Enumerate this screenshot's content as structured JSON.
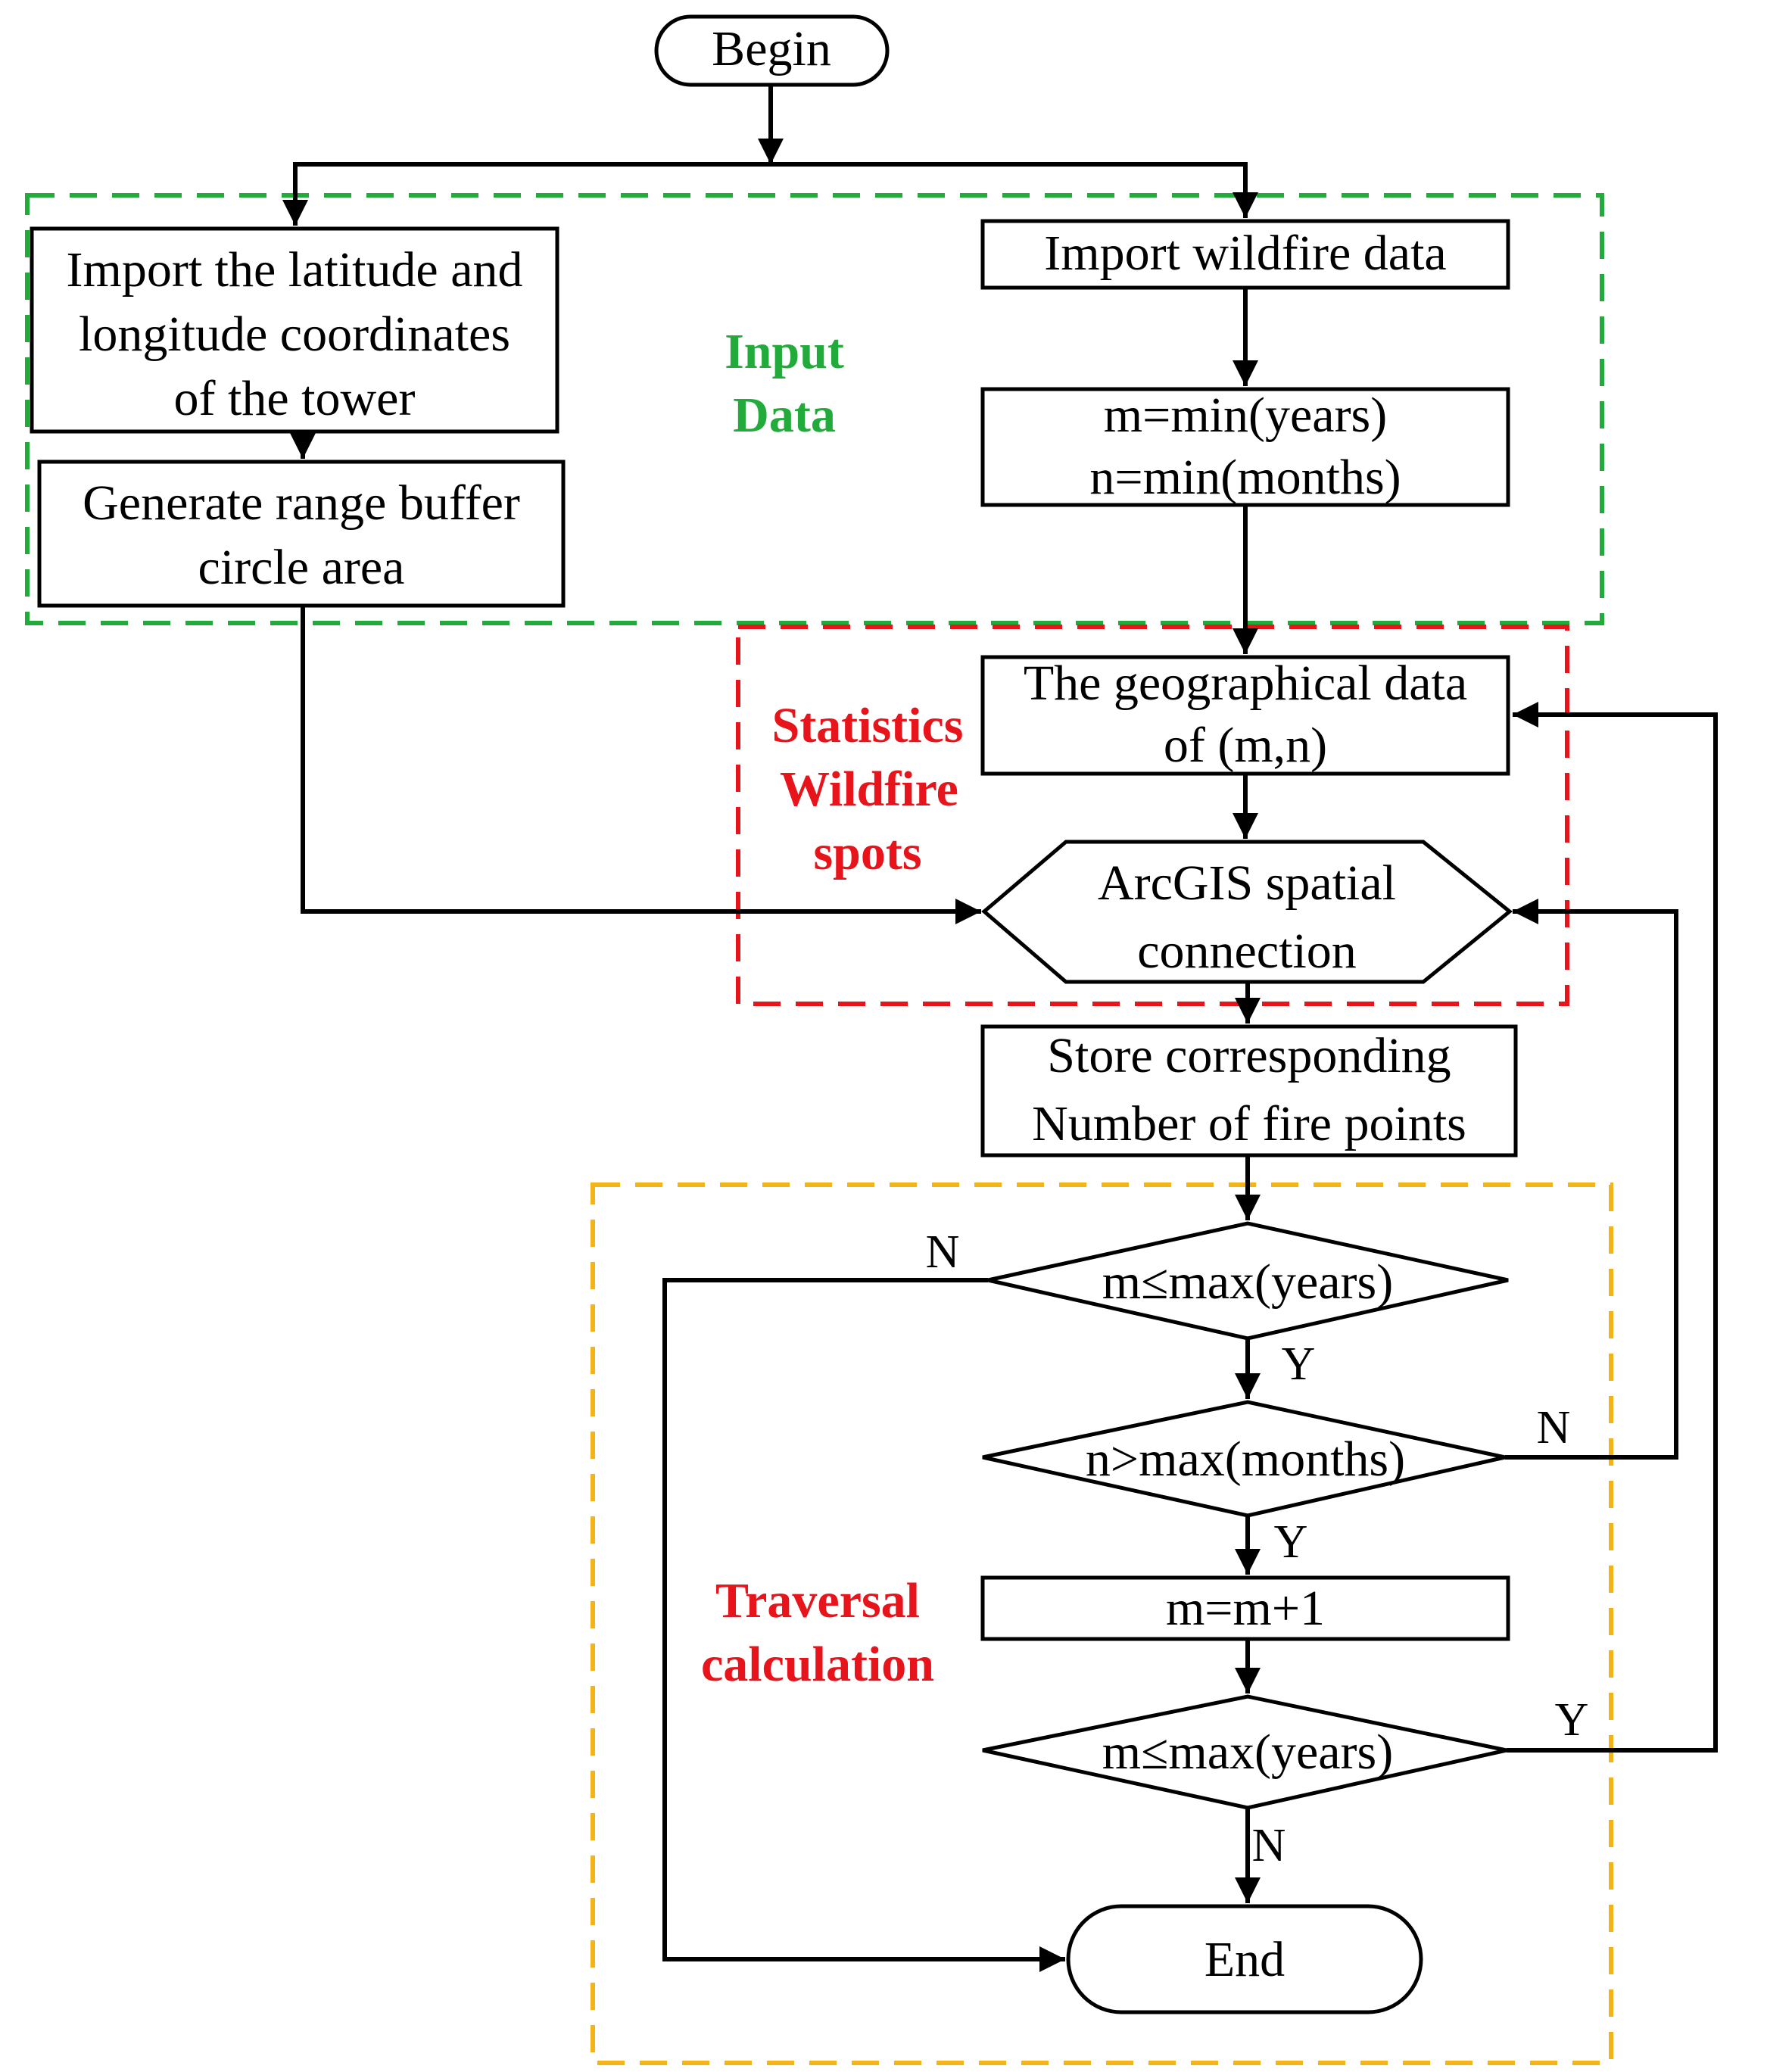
{
  "colors": {
    "input": "#22aa3a",
    "statistics": "#e8141b",
    "traversal": "#f2b418",
    "traversal_label": "#e8141b"
  },
  "nodes": {
    "begin": "Begin",
    "import_tower": [
      "Import the latitude and",
      "longitude coordinates",
      "of the tower"
    ],
    "buffer": [
      "Generate range buffer",
      "circle area"
    ],
    "import_wildfire": "Import wildfire data",
    "init": [
      "m=min(years)",
      "n=min(months)"
    ],
    "geo": [
      "The geographical data",
      "of (m,n)"
    ],
    "arcgis": [
      "ArcGIS spatial",
      "connection"
    ],
    "store": [
      "Store corresponding",
      "Number of fire points"
    ],
    "dec_m1": "m≤max(years)",
    "dec_n": "n>max(months)",
    "increment": "m=m+1",
    "dec_m2": "m≤max(years)",
    "end": "End"
  },
  "regions": {
    "input": [
      "Input",
      "Data"
    ],
    "statistics": [
      "Statistics",
      "Wildfire",
      "spots"
    ],
    "traversal": [
      "Traversal",
      "calculation"
    ]
  },
  "edge_labels": {
    "dec_m1_no": "N",
    "dec_m1_yes": "Y",
    "dec_n_no": "N",
    "dec_n_yes": "Y",
    "dec_m2_yes": "Y",
    "dec_m2_no": "N"
  }
}
